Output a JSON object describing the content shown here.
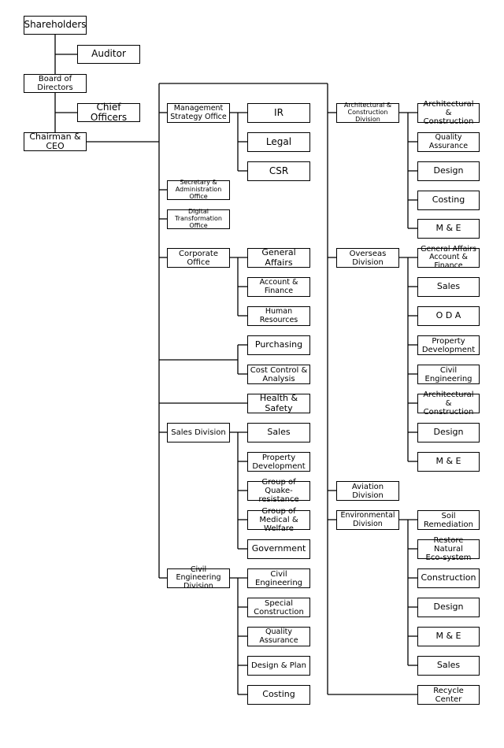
{
  "boxes": {
    "shareholders": "Shareholders",
    "auditor": "Auditor",
    "board": "Board of Directors",
    "chief_officers": "Chief Officers",
    "chairman": "Chairman & CEO",
    "mgmt_strategy": "Management\nStrategy Office",
    "ir": "IR",
    "legal": "Legal",
    "csr": "CSR",
    "secretary": "Secretary &\nAdministration Office",
    "digital": "Digital Transformation\nOffice",
    "corporate": "Corporate Office",
    "general_affairs": "General Affairs",
    "account_finance": "Account & Finance",
    "human_resources": "Human Resources",
    "purchasing": "Purchasing",
    "cost_control": "Cost Control &\nAnalysis",
    "health_safety": "Health & Safety",
    "sales_division": "Sales Division",
    "sd_sales": "Sales",
    "sd_property": "Property\nDevelopment",
    "sd_quake": "Group of\nQuake-resistance",
    "sd_medical": "Group of\nMedical & Welfare",
    "sd_government": "Government",
    "civil_division": "Civil Engineering\nDivision",
    "cd_civil": "Civil Engineering",
    "cd_special": "Special\nConstruction",
    "cd_quality": "Quality Assurance",
    "cd_design_plan": "Design & Plan",
    "cd_costing": "Costing",
    "acd": "Architectural &\nConstruction Division",
    "acd_arch": "Architectural &\nConstruction",
    "acd_quality": "Quality Assurance",
    "acd_design": "Design",
    "acd_costing": "Costing",
    "acd_me": "M & E",
    "overseas": "Overseas Division",
    "ov_gaaf": "General Affairs\nAccount & Finance",
    "ov_sales": "Sales",
    "ov_oda": "O D A",
    "ov_property": "Property\nDevelopment",
    "ov_civil": "Civil Engineering",
    "ov_arch": "Architectural &\nConstruction",
    "ov_design": "Design",
    "ov_me": "M & E",
    "aviation": "Aviation Division",
    "environmental": "Environmental\nDivision",
    "env_soil": "Soil Remediation",
    "env_restore": "Restore Natural\nEco-system",
    "env_construction": "Construction",
    "env_design": "Design",
    "env_me": "M & E",
    "env_sales": "Sales",
    "recycle": "Recycle Center"
  }
}
